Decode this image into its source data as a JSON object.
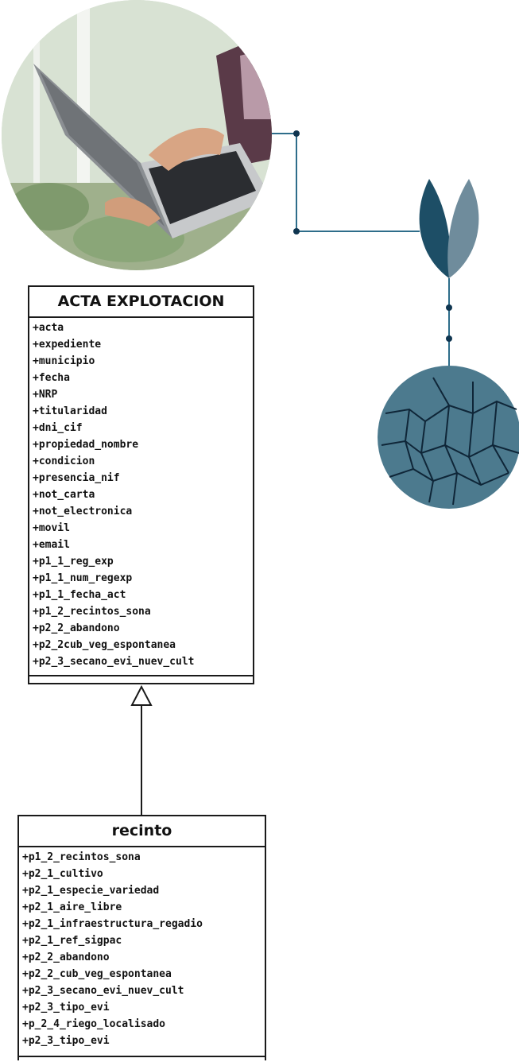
{
  "class_acta": {
    "title": "ACTA EXPLOTACION",
    "attributes": [
      "+acta",
      "+expediente",
      "+municipio",
      "+fecha",
      "+NRP",
      "+titularidad",
      "+dni_cif",
      "+propiedad_nombre",
      "+condicion",
      "+presencia_nif",
      "+not_carta",
      "+not_electronica",
      "+movil",
      "+email",
      "+p1_1_reg_exp",
      "+p1_1_num_regexp",
      "+p1_1_fecha_act",
      "+p1_2_recintos_sona",
      "+p2_2_abandono",
      "+p2_2cub_veg_espontanea",
      "+p2_3_secano_evi_nuev_cult"
    ]
  },
  "class_recinto": {
    "title": "recinto",
    "attributes": [
      "+p1_2_recintos_sona",
      "+p2_1_cultivo",
      "+p2_1_especie_variedad",
      "+p2_1_aire_libre",
      "+p2_1_infraestructura_regadio",
      "+p2_1_ref_sigpac",
      "+p2_2_abandono",
      "+p2_2_cub_veg_espontanea",
      "+p2_3_secano_evi_nuev_cult",
      "+p2_3_tipo_evi",
      "+p_2_4_riego_localisado",
      "+p2_3_tipo_evi"
    ]
  },
  "colors": {
    "line": "#2e6d8a",
    "dot": "#0f3550",
    "leaf_dark": "#1d4e66",
    "leaf_light": "#6f8c9c",
    "soil": "#4c7a8e"
  },
  "icons": [
    "laptop-photo",
    "sprout-icon",
    "cracked-soil-icon"
  ]
}
